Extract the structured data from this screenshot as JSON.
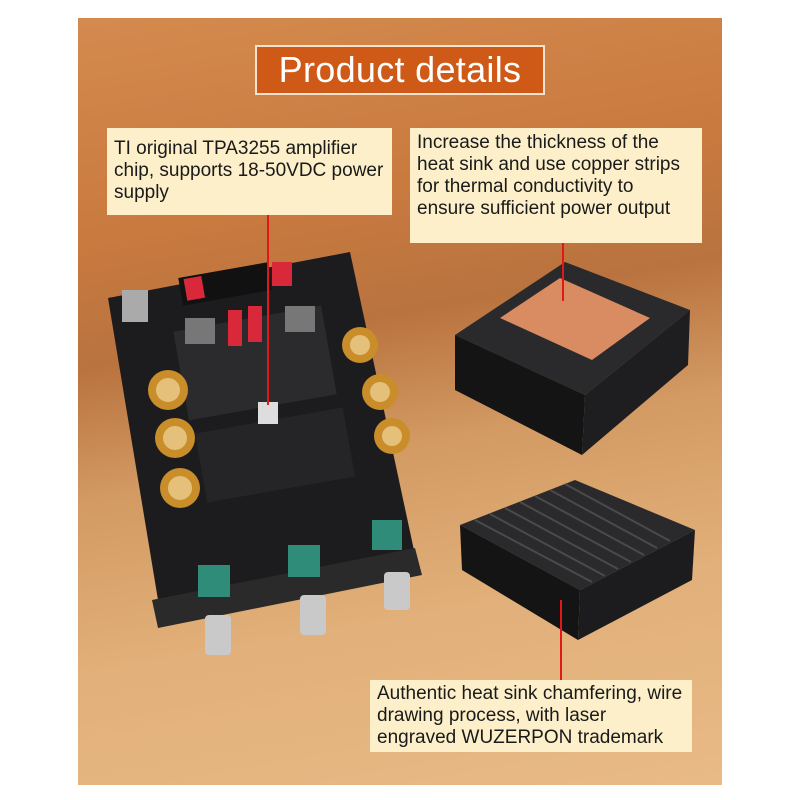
{
  "title": "Product details",
  "callouts": {
    "chip": "TI original TPA3255 amplifier chip, supports 18-50VDC power supply",
    "heat_sink_thickness": "Increase the thickness of the heat sink and use copper strips for thermal conductivity to ensure sufficient power output",
    "chamfering": "Authentic heat sink chamfering, wire drawing process, with laser engraved WUZERPON trademark"
  },
  "colors": {
    "title_bg": "#cf5a17",
    "callout_bg": "#fcefc9",
    "leader_line": "#e01818"
  }
}
